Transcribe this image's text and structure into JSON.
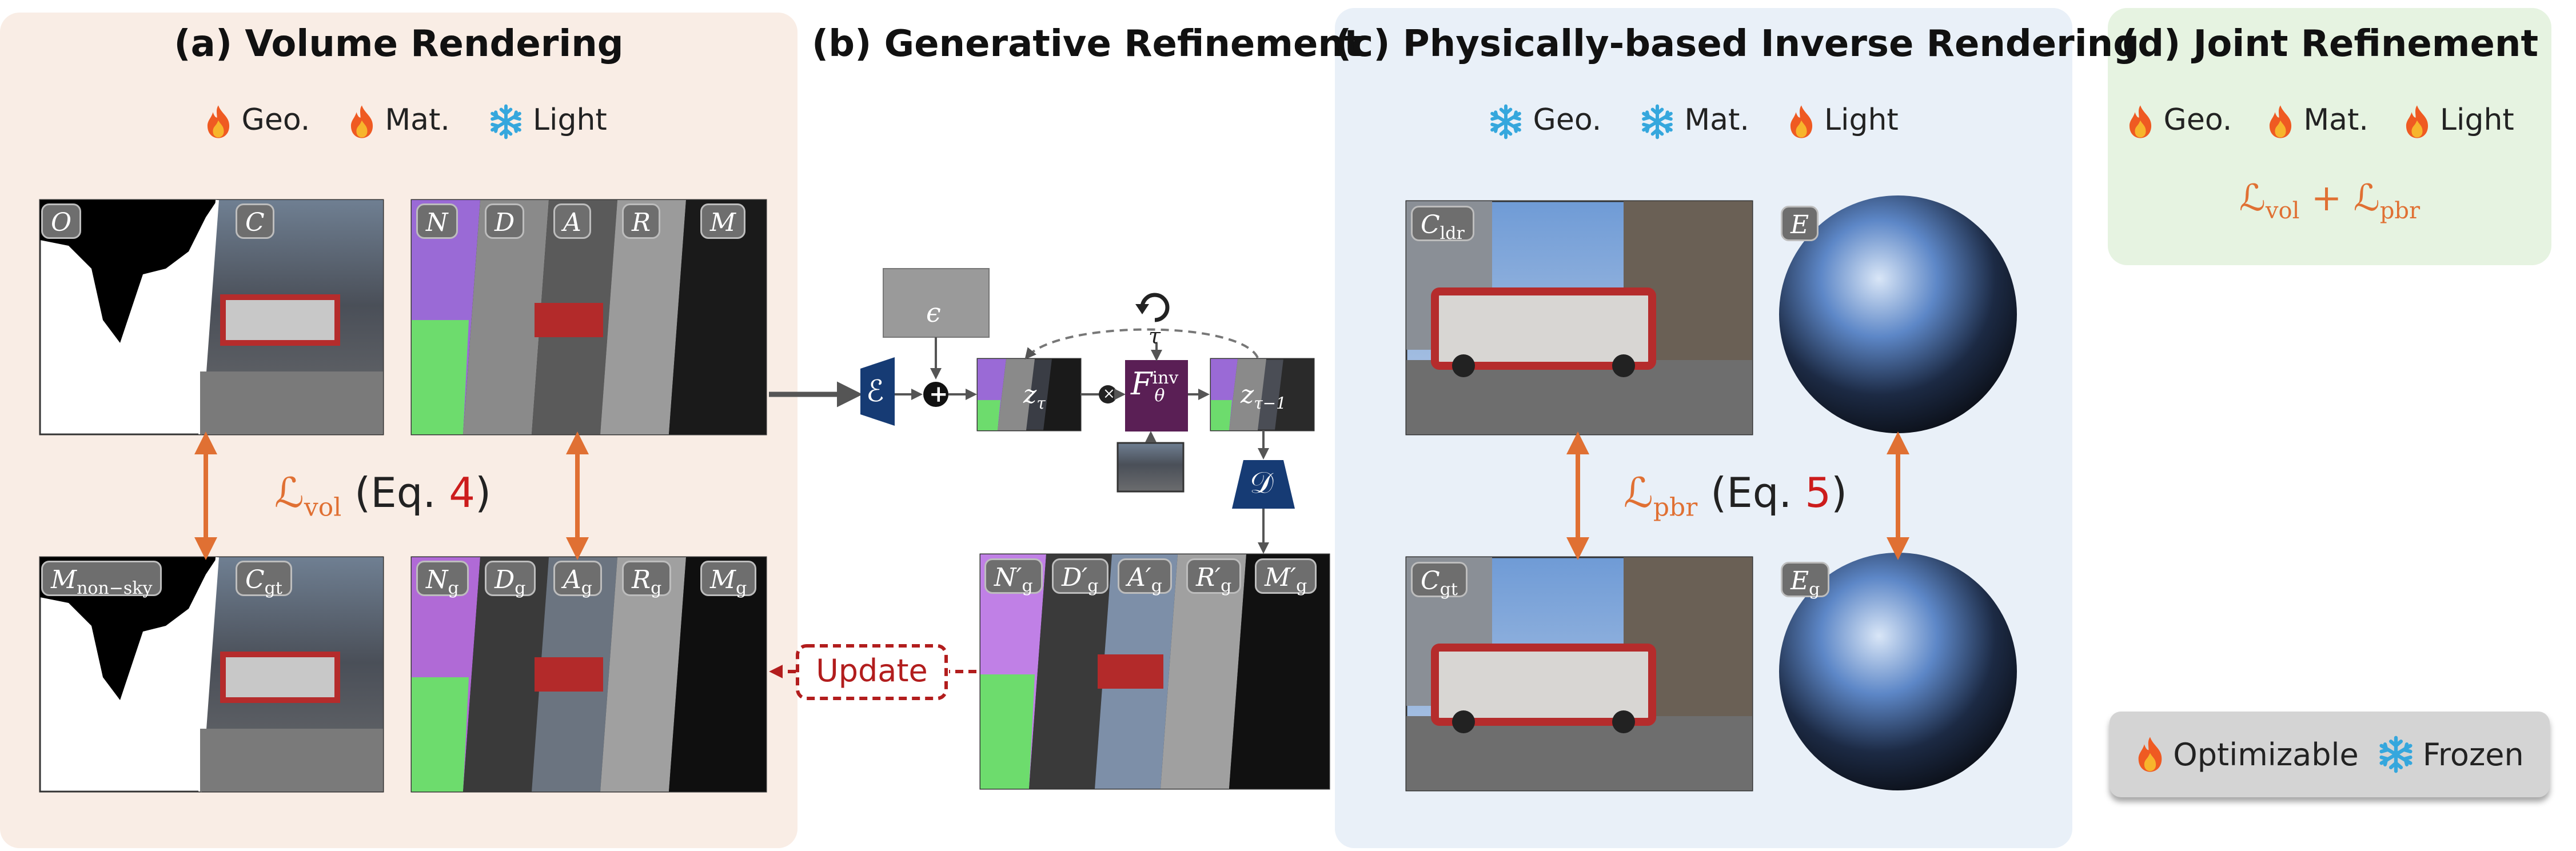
{
  "panels": {
    "a": {
      "title": "(a) Volume Rendering",
      "legend": [
        {
          "icon": "fire-icon",
          "label": "Geo."
        },
        {
          "icon": "fire-icon",
          "label": "Mat."
        },
        {
          "icon": "snowflake-icon",
          "label": "Light"
        }
      ],
      "top_left_tags": [
        "O",
        "C"
      ],
      "top_right_tags": [
        "N",
        "D",
        "A",
        "R",
        "M"
      ],
      "bottom_left_tags": [
        "M",
        "C"
      ],
      "bottom_left_subs": [
        "non−sky",
        "gt"
      ],
      "bottom_right_tags": [
        "N",
        "D",
        "A",
        "R",
        "M"
      ],
      "bottom_right_sub": "g",
      "loss_symbol": "ℒ",
      "loss_sub": "vol",
      "loss_prefix": "(Eq. ",
      "loss_eq_num": "4",
      "loss_suffix": ")"
    },
    "b": {
      "title": "(b) Generative Refinement",
      "epsilon": "ϵ",
      "encoder": "ℰ",
      "decoder": "𝒟",
      "z_tau": "z",
      "z_tau_sub": "τ",
      "z_tau1_sub": "τ−1",
      "tau": "τ",
      "f_label": "F",
      "f_sup": "inv",
      "f_sub": "θ",
      "plus": "+",
      "times": "×",
      "update_label": "Update",
      "refined_tags": [
        "N",
        "D",
        "A",
        "R",
        "M"
      ],
      "refined_mark": "′",
      "refined_sub": "g"
    },
    "c": {
      "title": "(c) Physically-based Inverse Rendering",
      "legend": [
        {
          "icon": "snowflake-icon",
          "label": "Geo."
        },
        {
          "icon": "snowflake-icon",
          "label": "Mat."
        },
        {
          "icon": "fire-icon",
          "label": "Light"
        }
      ],
      "tag_c": "C",
      "tag_c_sub": "ldr",
      "tag_e": "E",
      "tag_cgt": "C",
      "tag_cgt_sub": "gt",
      "tag_eg": "E",
      "tag_eg_sub": "g",
      "loss_symbol": "ℒ",
      "loss_sub": "pbr",
      "loss_prefix": "(Eq. ",
      "loss_eq_num": "5",
      "loss_suffix": ")"
    },
    "d": {
      "title": "(d) Joint Refinement",
      "legend": [
        {
          "icon": "fire-icon",
          "label": "Geo."
        },
        {
          "icon": "fire-icon",
          "label": "Mat."
        },
        {
          "icon": "fire-icon",
          "label": "Light"
        }
      ],
      "loss_symbol": "ℒ",
      "loss_sub_1": "vol",
      "loss_plus": " + ",
      "loss_sub_2": "pbr"
    }
  },
  "key": {
    "optimizable": "Optimizable",
    "frozen": "Frozen"
  },
  "colors": {
    "panel_a_bg": "#f9ede5",
    "panel_c_bg": "#e9f0f8",
    "panel_d_bg": "#e6f3e1",
    "orange": "#e07033",
    "red": "#cc1c1c",
    "navy": "#163b74",
    "purple": "#5a1f55",
    "dark_red": "#b21d1d"
  }
}
